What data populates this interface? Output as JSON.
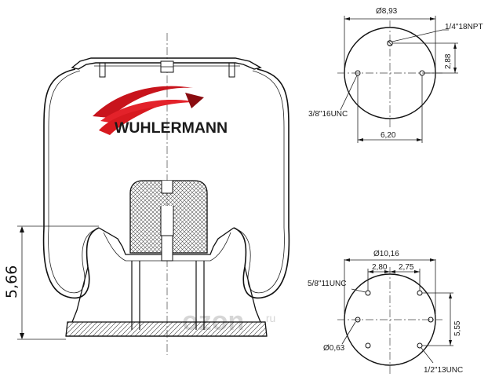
{
  "brand": {
    "name": "WUHLERMANN",
    "logo_colors": [
      "#c8141c",
      "#e3222a",
      "#8a0c10"
    ]
  },
  "watermark": {
    "text": "ozon",
    "suffix": ".ru"
  },
  "side_view": {
    "height_label": "5,66"
  },
  "top_plate": {
    "diameter": "Ø8,93",
    "air_fitting": "1/4\"18NPT",
    "offset": "2,88",
    "stud_thread": "3/8\"16UNC",
    "stud_spacing": "6,20"
  },
  "bottom_plate": {
    "diameter": "Ø10,16",
    "spacing_left": "2,80",
    "spacing_right": "2,75",
    "stud_thread_upper": "5/8\"11UNC",
    "vertical_spacing": "5,55",
    "hole_diameter": "Ø0,63",
    "stud_thread_lower": "1/2\"13UNC"
  },
  "colors": {
    "line": "#111111",
    "logo_red": "#d7191f",
    "watermark": "#d6d6d6"
  }
}
